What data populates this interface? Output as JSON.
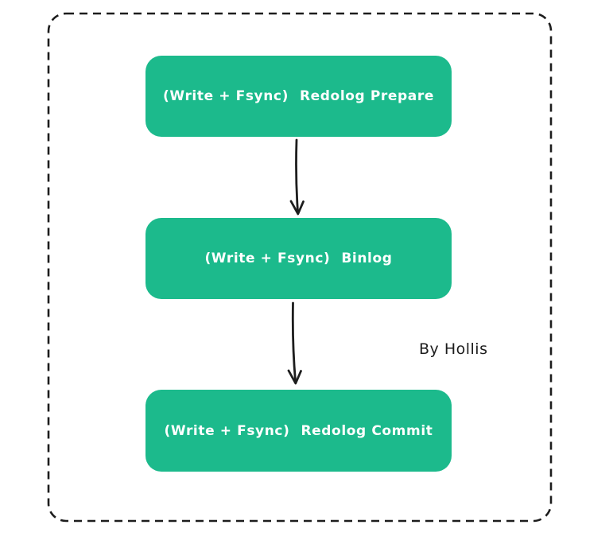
{
  "diagram": {
    "type": "flowchart",
    "style": "hand-drawn",
    "colors": {
      "node_fill": "#1cba8c",
      "node_text": "#ffffff",
      "stroke": "#1d1d1d",
      "background": "#ffffff"
    },
    "border": {
      "style": "dashed",
      "rounded": true
    },
    "nodes": [
      {
        "id": "redolog-prepare",
        "prefix": "(Write + Fsync)",
        "label": "Redolog Prepare"
      },
      {
        "id": "binlog",
        "prefix": "(Write + Fsync)",
        "label": "Binlog"
      },
      {
        "id": "redolog-commit",
        "prefix": "(Write + Fsync)",
        "label": "Redolog Commit"
      }
    ],
    "edges": [
      {
        "from": "redolog-prepare",
        "to": "binlog"
      },
      {
        "from": "binlog",
        "to": "redolog-commit"
      }
    ],
    "credit": "By Hollis"
  }
}
